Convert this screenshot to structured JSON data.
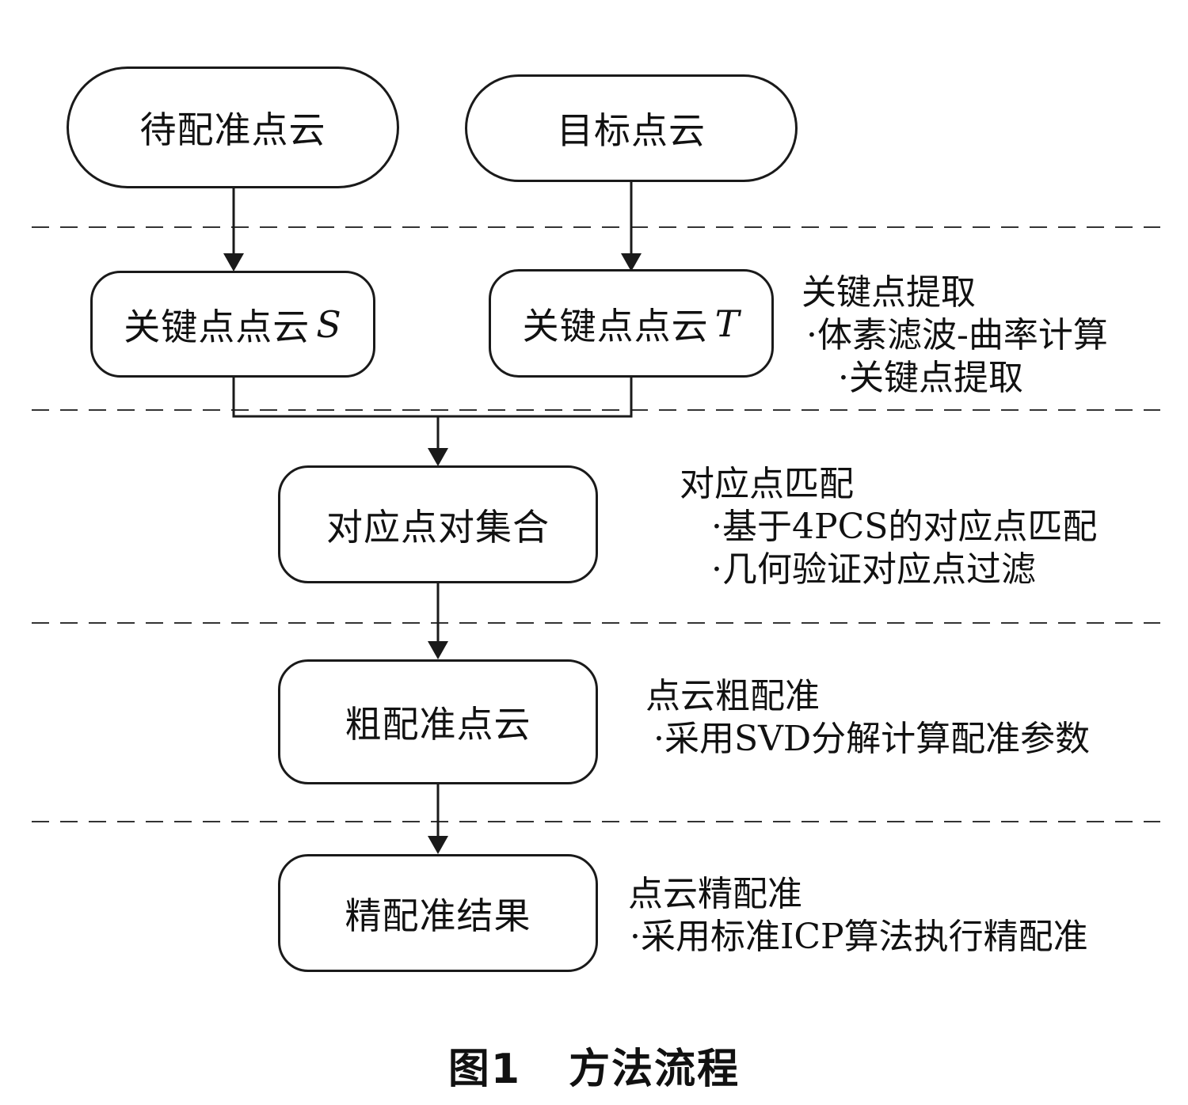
{
  "nodes": {
    "source_cloud": "待配准点云",
    "target_cloud": "目标点云",
    "keypoints_s_prefix": "关键点点云",
    "keypoints_s_var": "S",
    "keypoints_t_prefix": "关键点点云",
    "keypoints_t_var": "T",
    "correspondence_set": "对应点对集合",
    "coarse_cloud": "粗配准点云",
    "fine_result": "精配准结果"
  },
  "notes": {
    "keypoint_extraction": {
      "title": "关键点提取",
      "items": [
        "·体素滤波-曲率计算",
        "·关键点提取"
      ]
    },
    "correspondence_matching": {
      "title": "对应点匹配",
      "items": [
        "·基于4PCS的对应点匹配",
        "·几何验证对应点过滤"
      ]
    },
    "coarse_registration": {
      "title": "点云粗配准",
      "items": [
        "·采用SVD分解计算配准参数"
      ]
    },
    "fine_registration": {
      "title": "点云精配准",
      "items": [
        "·采用标准ICP算法执行精配准"
      ]
    }
  },
  "caption": {
    "label": "图1",
    "title": "方法流程"
  }
}
